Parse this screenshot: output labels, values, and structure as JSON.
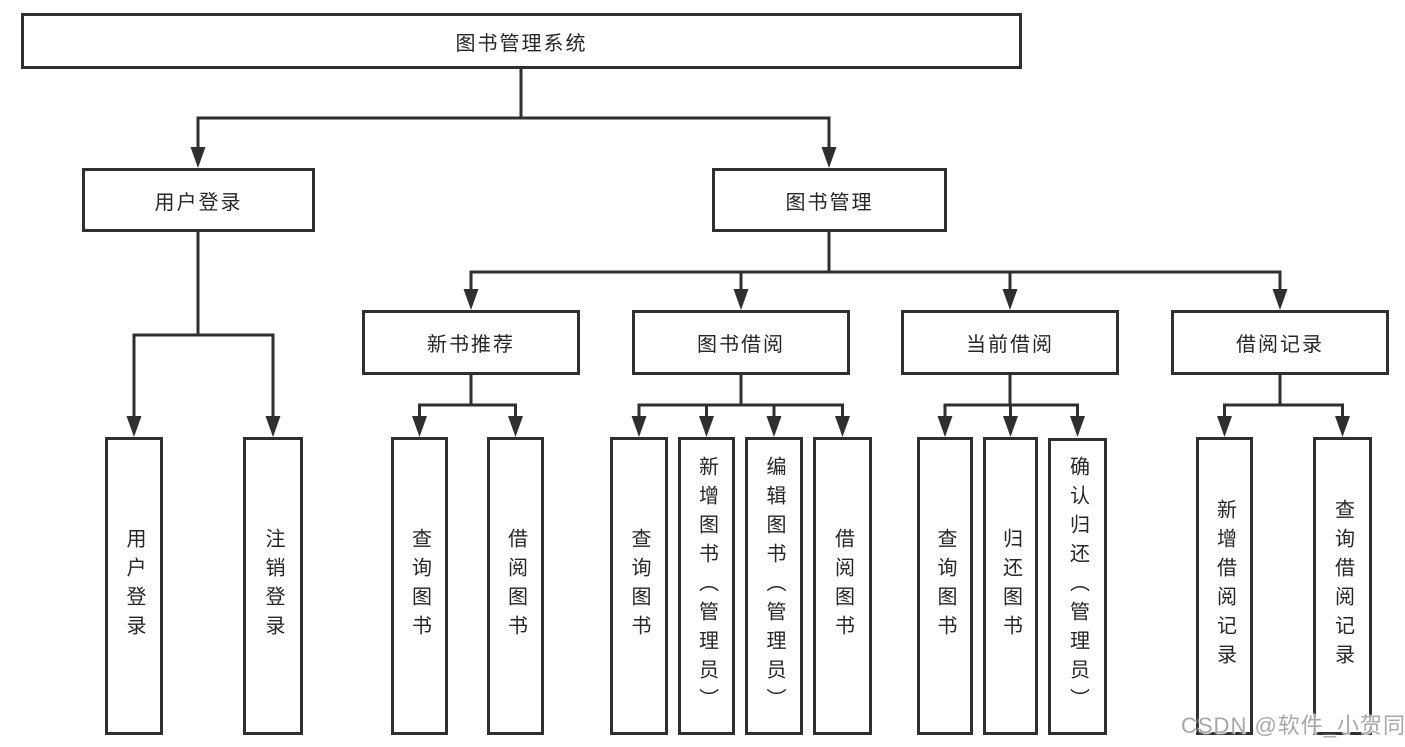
{
  "root": {
    "label": "图书管理系统"
  },
  "tree": {
    "user_login": {
      "label": "用户登录",
      "children": [
        {
          "label": "用户登录"
        },
        {
          "label": "注销登录"
        }
      ]
    },
    "book_management": {
      "label": "图书管理",
      "children": {
        "new_book_recommendation": {
          "label": "新书推荐",
          "children": [
            {
              "label": "查询图书"
            },
            {
              "label": "借阅图书"
            }
          ]
        },
        "book_borrowing": {
          "label": "图书借阅",
          "children": [
            {
              "label": "查询图书"
            },
            {
              "label": "新增图书（管理员）"
            },
            {
              "label": "编辑图书（管理员）"
            },
            {
              "label": "借阅图书"
            }
          ]
        },
        "current_borrowing": {
          "label": "当前借阅",
          "children": [
            {
              "label": "查询图书"
            },
            {
              "label": "归还图书"
            },
            {
              "label": "确认归还（管理员）"
            }
          ]
        },
        "borrowing_records": {
          "label": "借阅记录",
          "children": [
            {
              "label": "新增借阅记录"
            },
            {
              "label": "查询借阅记录"
            }
          ]
        }
      }
    }
  },
  "watermark": "CSDN @软件_小贺同学",
  "colors": {
    "line": "#2f2f2f",
    "text": "#262626",
    "background": "#ffffff",
    "watermark": "#a8a8a8"
  }
}
